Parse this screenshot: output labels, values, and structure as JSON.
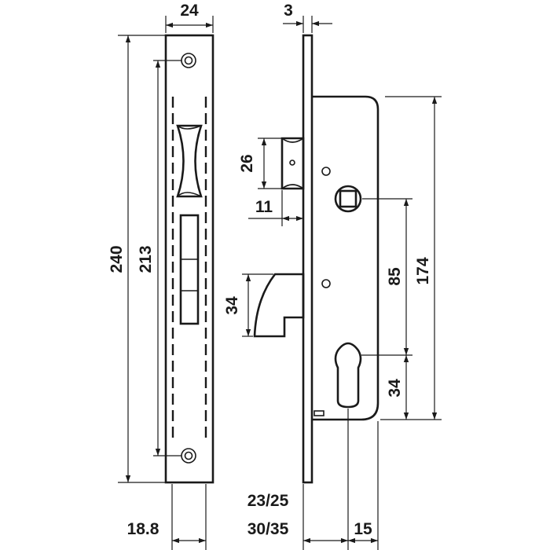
{
  "diagram": {
    "line_color": "#1a1a1a",
    "background": "#ffffff",
    "dimensions": {
      "faceplate_width": "24",
      "faceplate_length": "240",
      "screw_spacing": "213",
      "faceplate_thickness": "3",
      "latch_height": "26",
      "latch_projection": "11",
      "bolt_height": "34",
      "spindle_to_cylinder": "85",
      "case_height": "174",
      "cylinder_to_bottom": "34",
      "backset_a": "23/25",
      "backset_b": "30/35",
      "keyhole_offset": "15",
      "faceplate_offset": "18.8"
    }
  }
}
